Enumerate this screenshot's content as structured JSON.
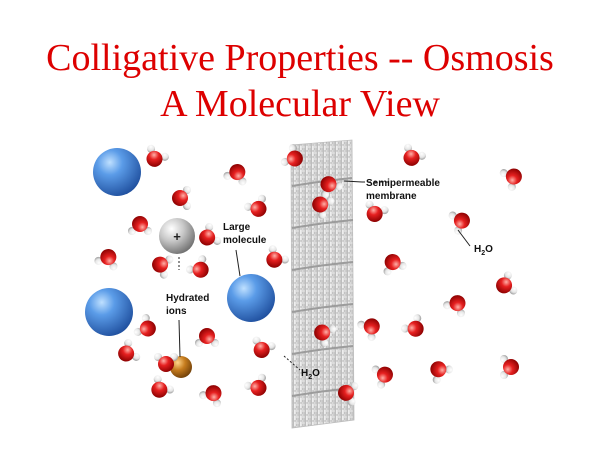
{
  "title": {
    "line1": "Colligative Properties -- Osmosis",
    "line2": "A Molecular View"
  },
  "labels": {
    "semipermeable_line1": "Semipermeable",
    "semipermeable_line2": "membrane",
    "large_line1": "Large",
    "large_line2": "molecule",
    "hydrated_line1": "Hydrated",
    "hydrated_line2": "ions",
    "water_main": "H",
    "water_sub": "2",
    "water_tail": "O",
    "cation_symbol": "+"
  },
  "colors": {
    "title": "#dd0000",
    "large_molecule": "#3a7fd5",
    "oxygen": "#e01010",
    "hydrogen": "#ececec",
    "cation": "#b8b8b8",
    "anion": "#c07820",
    "membrane": "#cfcfcf"
  }
}
